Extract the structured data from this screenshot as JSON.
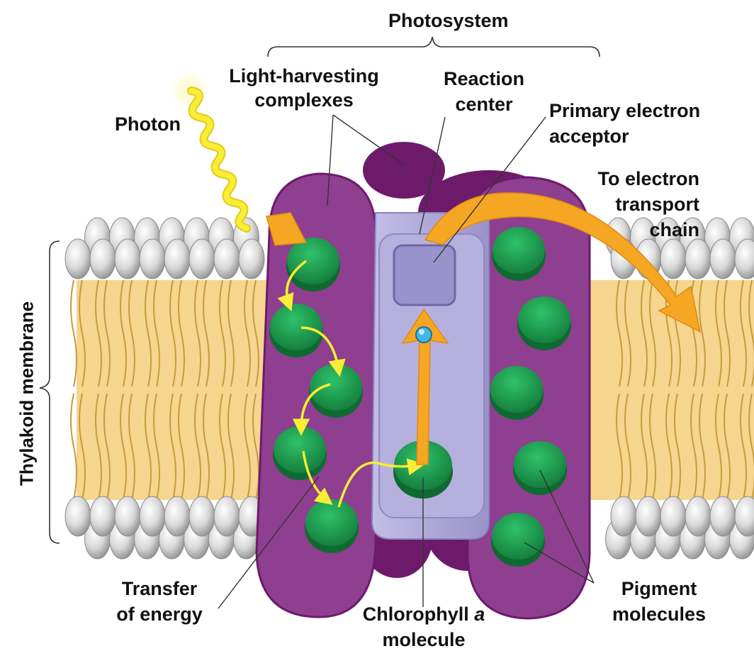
{
  "labels": {
    "photosystem": "Photosystem",
    "light_harvesting_1": "Light-harvesting",
    "light_harvesting_2": "complexes",
    "reaction_center_1": "Reaction",
    "reaction_center_2": "center",
    "primary_acceptor_1": "Primary electron",
    "primary_acceptor_2": "acceptor",
    "photon": "Photon",
    "to_etc_1": "To electron",
    "to_etc_2": "transport",
    "to_etc_3": "chain",
    "thylakoid_membrane": "Thylakoid membrane",
    "transfer_1": "Transfer",
    "transfer_2": "of energy",
    "chlorophyll_1": "Chlorophyll",
    "chlorophyll_a": "a",
    "chlorophyll_2": "molecule",
    "pigment_1": "Pigment",
    "pigment_2": "molecules"
  },
  "colors": {
    "complex_purple": "#8E3F8F",
    "complex_dark": "#6E1A6B",
    "reaction_center": "#AFA9D8",
    "pigment_green": "#1E9A4E",
    "lipid_tail": "#F4CE7F",
    "lipid_head": "#D6D6D6",
    "arrow_orange": "#F5A623",
    "photon_yellow": "#F7EE35",
    "electron_blue": "#41B6E6"
  }
}
